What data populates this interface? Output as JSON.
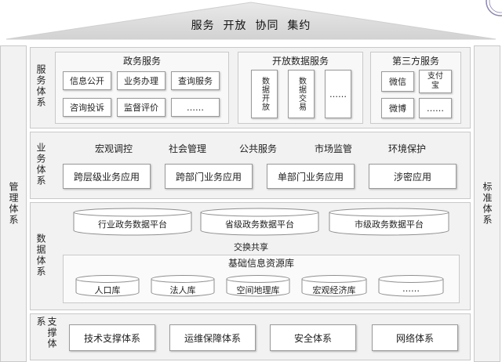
{
  "header": {
    "title": "服务  开放  协同  集约"
  },
  "side_left": "管理体系",
  "side_right": "标准体系",
  "service_layer": {
    "label": "服务体系",
    "gov": {
      "title": "政务服务",
      "items": [
        "信息公开",
        "业务办理",
        "查询服务",
        "咨询投诉",
        "监督评价",
        "……"
      ]
    },
    "open_data": {
      "title": "开放数据服务",
      "items": [
        "数据开放",
        "数据交易",
        "……"
      ]
    },
    "third_party": {
      "title": "第三方服务",
      "items": [
        "微信",
        "支付宝",
        "微博",
        "……"
      ]
    }
  },
  "business_layer": {
    "label": "业务体系",
    "domains": [
      "宏观调控",
      "社会管理",
      "公共服务",
      "市场监管",
      "环境保护"
    ],
    "apps": [
      "跨层级业务应用",
      "跨部门业务应用",
      "单部门业务应用",
      "涉密应用"
    ]
  },
  "data_layer": {
    "label": "数据体系",
    "platforms": [
      "行业政务数据平台",
      "省级政务数据平台",
      "市级政务数据平台"
    ],
    "exchange": "交换共享",
    "base_title": "基础信息资源库",
    "bases": [
      "人口库",
      "法人库",
      "空间地理库",
      "宏观经济库",
      "……"
    ]
  },
  "support_layer": {
    "label": "支撑体系",
    "items": [
      "技术支撑体系",
      "运维保障体系",
      "安全体系",
      "网络体系"
    ]
  }
}
